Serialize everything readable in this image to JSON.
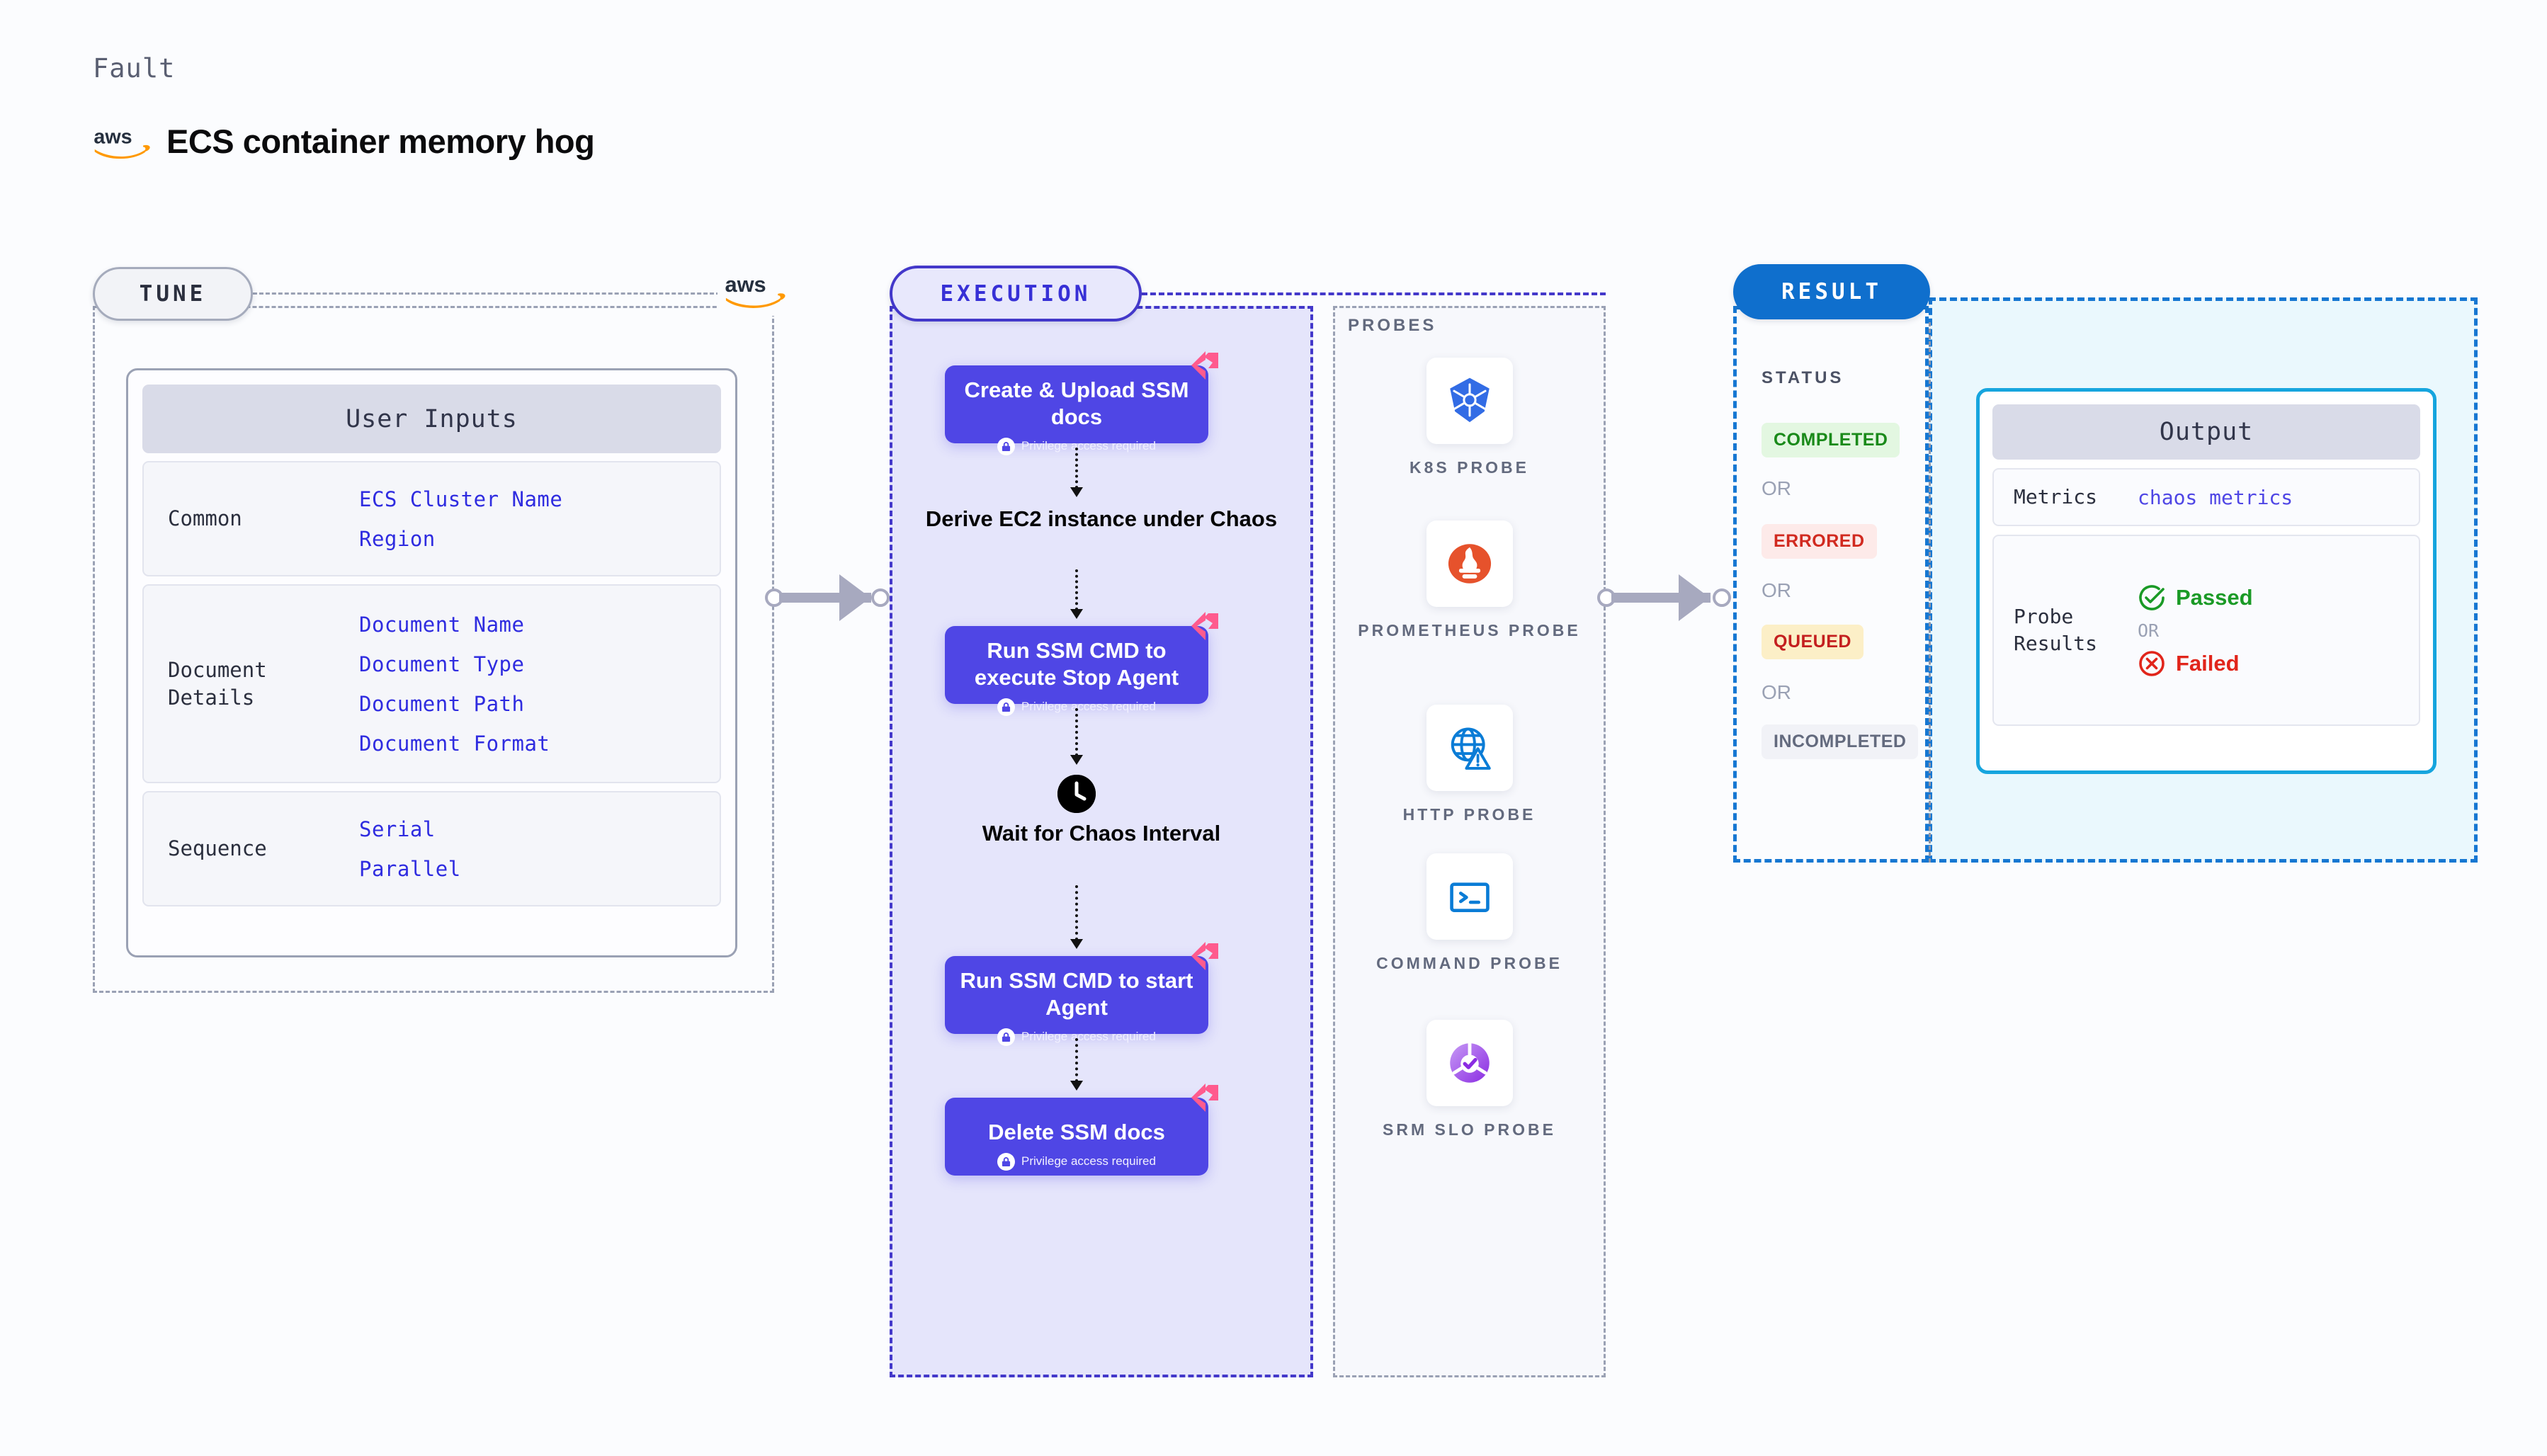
{
  "header": {
    "kicker": "Fault",
    "title": "ECS container memory hog",
    "logo": "aws-logo"
  },
  "tune": {
    "pill_label": "TUNE",
    "logo": "aws-logo",
    "card_title": "User Inputs",
    "groups": [
      {
        "label": "Common",
        "values": [
          "ECS Cluster Name",
          "Region"
        ]
      },
      {
        "label": "Document\nDetails",
        "values": [
          "Document Name",
          "Document Type",
          "Document Path",
          "Document Format"
        ]
      },
      {
        "label": "Sequence",
        "values": [
          "Serial",
          "Parallel"
        ]
      }
    ]
  },
  "execution": {
    "pill_label": "EXECUTION",
    "privilege_note": "Privilege access required",
    "steps": [
      {
        "type": "card",
        "title": "Create & Upload SSM docs",
        "badge": "harness-icon",
        "note": true
      },
      {
        "type": "plain",
        "title": "Derive EC2 instance under Chaos",
        "icon": ""
      },
      {
        "type": "card",
        "title": "Run SSM CMD to execute Stop Agent",
        "badge": "harness-icon",
        "note": true
      },
      {
        "type": "plain",
        "title": "Wait for Chaos Interval",
        "icon": "clock-icon"
      },
      {
        "type": "card",
        "title": "Run SSM CMD to start Agent",
        "badge": "harness-icon",
        "note": true
      },
      {
        "type": "card",
        "title": "Delete SSM docs",
        "badge": "harness-icon",
        "note": true
      }
    ]
  },
  "probes": {
    "section_label": "PROBES",
    "items": [
      {
        "name": "K8S PROBE",
        "icon": "kubernetes-icon"
      },
      {
        "name": "PROMETHEUS PROBE",
        "icon": "prometheus-icon"
      },
      {
        "name": "HTTP PROBE",
        "icon": "http-globe-icon"
      },
      {
        "name": "COMMAND PROBE",
        "icon": "terminal-icon"
      },
      {
        "name": "SRM SLO PROBE",
        "icon": "srm-slo-icon"
      }
    ]
  },
  "result": {
    "pill_label": "RESULT",
    "status_label": "STATUS",
    "or_label": "OR",
    "statuses": [
      {
        "label": "COMPLETED",
        "bg": "#e3f7e1",
        "fg": "#1a8a1a"
      },
      {
        "label": "ERRORED",
        "bg": "#fdeae9",
        "fg": "#d12a20"
      },
      {
        "label": "QUEUED",
        "bg": "#fcefc7",
        "fg": "#c41f1f"
      },
      {
        "label": "INCOMPLETED",
        "bg": "#f1f2f7",
        "fg": "#636a7e"
      }
    ]
  },
  "output": {
    "card_title": "Output",
    "metrics_label": "Metrics",
    "metrics_value": "chaos metrics",
    "probe_results_label": "Probe\nResults",
    "or_label": "OR",
    "passed_label": "Passed",
    "failed_label": "Failed",
    "passed_color": "#1a9a26",
    "failed_color": "#e1251b"
  }
}
